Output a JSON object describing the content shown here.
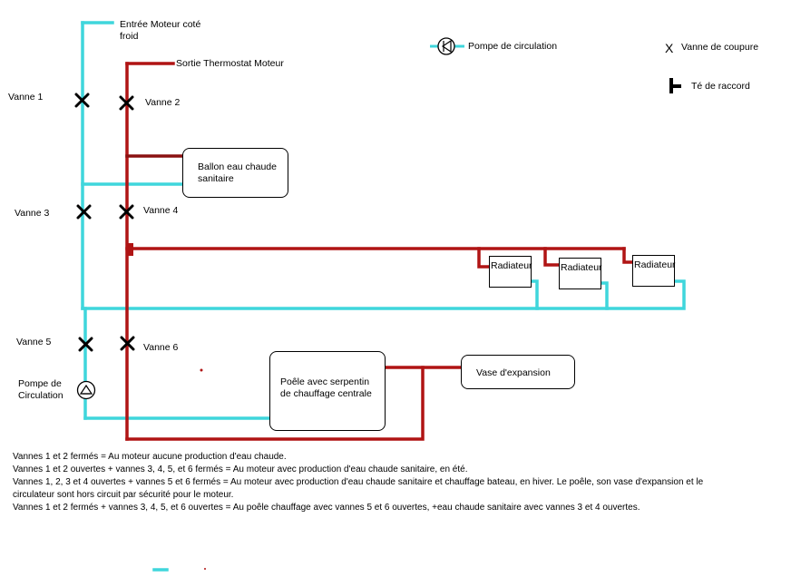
{
  "colors": {
    "cold_pipe": "#3fd6dc",
    "hot_pipe": "#b01414",
    "dark_hot_pipe": "#8a1010",
    "valve": "#000000"
  },
  "legend": {
    "pump": "Pompe de circulation",
    "valve_symbol": "X",
    "valve": "Vanne de coupure",
    "tee": "Té de raccord"
  },
  "labels": {
    "engine_in": "Entrée Moteur coté\nfroid",
    "thermostat_out": "Sortie Thermostat Moteur",
    "v1": "Vanne 1",
    "v2": "Vanne 2",
    "v3": "Vanne 3",
    "v4": "Vanne 4",
    "v5": "Vanne 5",
    "v6": "Vanne 6",
    "pump_left": "Pompe de\nCirculation"
  },
  "components": {
    "ballon": "Ballon eau chaude\nsanitaire",
    "radiator_1": "Radiateur",
    "radiator_2": "Radiateur",
    "radiator_3": "Radiateur",
    "poele": "Poêle avec serpentin\nde chauffage centrale",
    "vase": "Vase d'expansion"
  },
  "notes": [
    "Vannes 1 et 2 fermés = Au moteur aucune production d'eau chaude.",
    "Vannes 1 et 2 ouvertes + vannes 3, 4, 5, et 6 fermés = Au moteur avec production d'eau chaude sanitaire, en été.",
    "Vannes 1, 2, 3 et 4 ouvertes + vannes 5 et 6 fermés = Au moteur avec production d'eau chaude sanitaire et chauffage bateau, en hiver. Le poêle, son vase d'expansion et le\ncirculateur sont hors circuit par sécurité pour le moteur.",
    "Vannes 1 et 2 fermés + vannes 3, 4, 5, et 6 ouvertes = Au poêle chauffage avec vannes 5 et 6 ouvertes, +eau chaude sanitaire avec vannes 3 et 4 ouvertes."
  ]
}
